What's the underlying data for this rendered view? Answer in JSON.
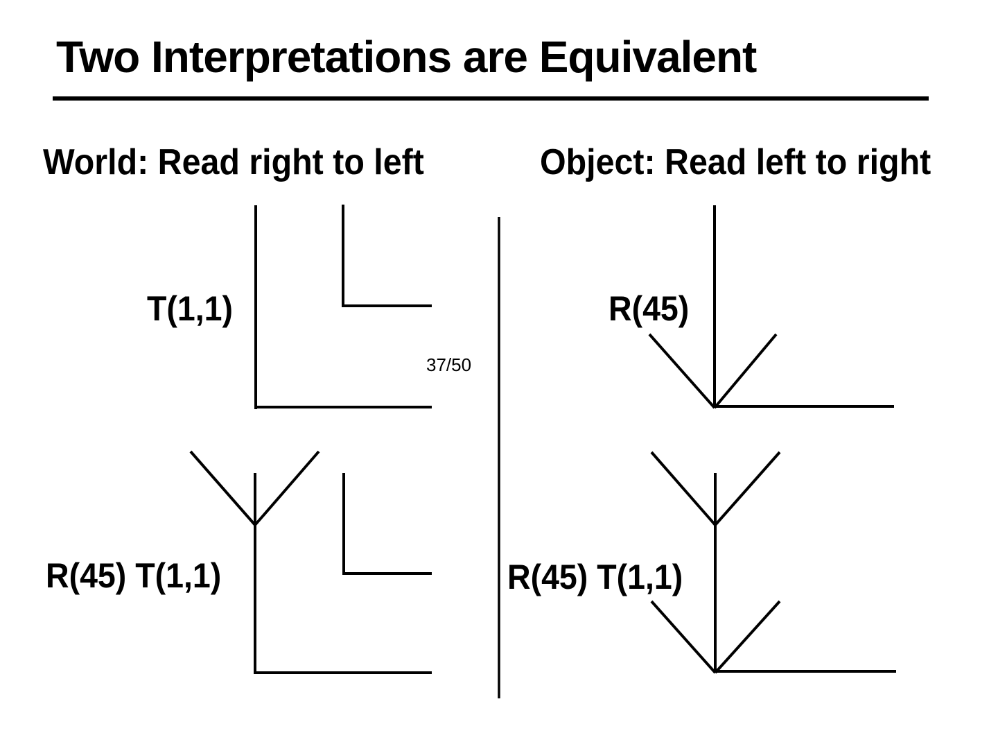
{
  "slide": {
    "title": "Two Interpretations are Equivalent",
    "page_indicator": "37/50",
    "colors": {
      "background": "#ffffff",
      "ink": "#000000"
    },
    "columns": {
      "left": {
        "header": "World: Read right to left",
        "diagrams": [
          {
            "label": "T(1,1)"
          },
          {
            "label": "R(45) T(1,1)"
          }
        ]
      },
      "right": {
        "header": "Object: Read left to right",
        "diagrams": [
          {
            "label": "R(45)"
          },
          {
            "label": "R(45) T(1,1)"
          }
        ]
      }
    }
  }
}
